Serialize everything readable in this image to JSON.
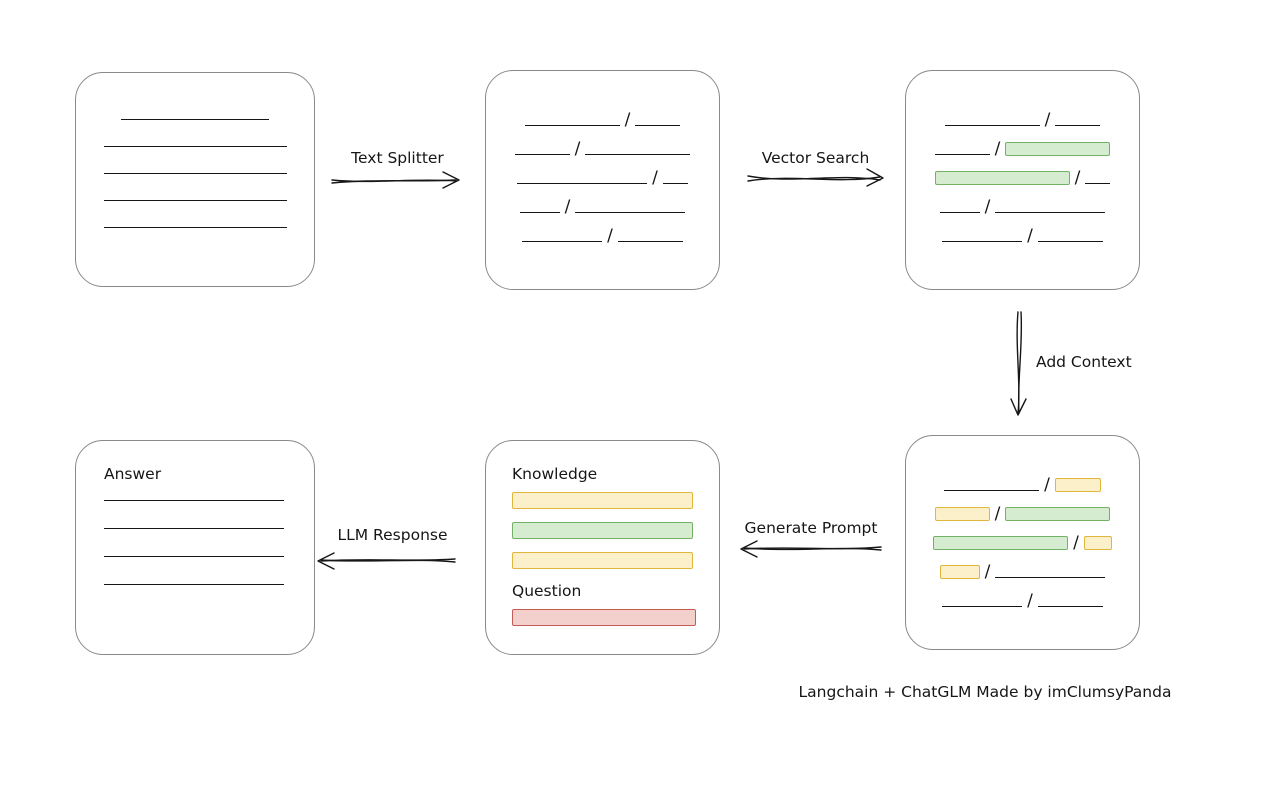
{
  "labels": {
    "text_splitter": "Text Splitter",
    "vector_search": "Vector Search",
    "add_context": "Add Context",
    "generate_prompt": "Generate Prompt",
    "llm_response": "LLM Response"
  },
  "prompt_box": {
    "knowledge_label": "Knowledge",
    "question_label": "Question"
  },
  "answer_box": {
    "label": "Answer"
  },
  "glyphs": {
    "slash": "/"
  },
  "caption": "Langchain + ChatGLM Made by imClumsyPanda",
  "colors": {
    "green_fill": "#d6ecd0",
    "green_stroke": "#73b266",
    "yellow_fill": "#fcf0cb",
    "yellow_stroke": "#dfb73e",
    "red_fill": "#f4d0cc",
    "red_stroke": "#c25d55",
    "box_border": "#8a8a8a",
    "ink": "#161616"
  }
}
